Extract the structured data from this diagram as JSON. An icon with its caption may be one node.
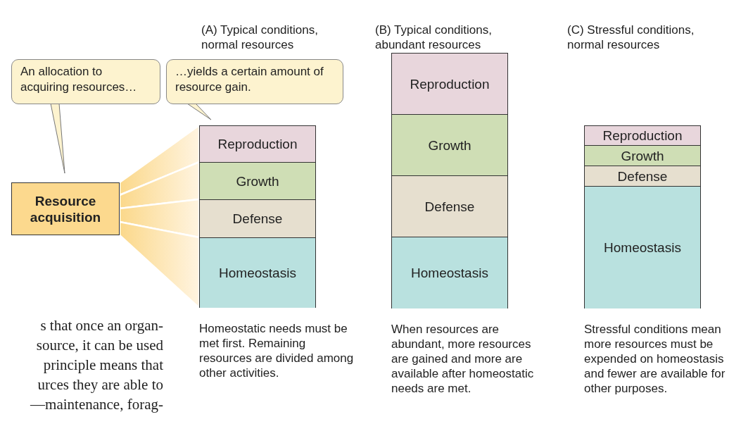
{
  "diagram": {
    "nodes": [
      {
        "text": [
          "An allocation to acquiring resources…"
        ]
      },
      {
        "text": [
          "…yields a certain amount of resource gain."
        ]
      },
      {
        "text": [
          "Resource acquisition"
        ]
      },
      {
        "text": [
          "(A) Typical conditions, normal resources"
        ],
        "beside": [
          "Homeostatic needs must be met first. Remaining resources are divided among other activities."
        ]
      },
      {
        "text": [
          "Reproduction"
        ],
        "in": 3
      },
      {
        "text": [
          "Growth"
        ],
        "in": 3
      },
      {
        "text": [
          "Defense"
        ],
        "in": 3
      },
      {
        "text": [
          "Homeostasis"
        ],
        "in": 3
      },
      {
        "text": [
          "(B) Typical conditions, abundant resources"
        ],
        "beside": [
          "When resources are abundant, more resources are gained and more are available after homeostatic needs are met."
        ]
      },
      {
        "text": [
          "Reproduction"
        ],
        "in": 8
      },
      {
        "text": [
          "Growth"
        ],
        "in": 8
      },
      {
        "text": [
          "Defense"
        ],
        "in": 8
      },
      {
        "text": [
          "Homeostasis"
        ],
        "in": 8
      },
      {
        "text": [
          "(C) Stressful conditions, normal resources"
        ],
        "beside": [
          "Stressful conditions mean more resources must be expended on homeostasis and fewer are available for other purposes."
        ]
      },
      {
        "text": [
          "Reproduction"
        ],
        "in": 13
      },
      {
        "text": [
          "Growth"
        ],
        "in": 13
      },
      {
        "text": [
          "Defense"
        ],
        "in": 13
      },
      {
        "text": [
          "Homeostasis"
        ],
        "in": 13
      }
    ],
    "edges": [
      {
        "from": 0,
        "to": 2,
        "arrow": "none"
      },
      {
        "from": 1,
        "to": 4,
        "arrow": "none"
      },
      {
        "from": 2,
        "to": 4,
        "arrow": "none"
      },
      {
        "from": 2,
        "to": 5,
        "arrow": "none"
      },
      {
        "from": 2,
        "to": 6,
        "arrow": "none"
      },
      {
        "from": 2,
        "to": 7,
        "arrow": "none"
      }
    ],
    "labels": [
      "s that once an organ-",
      "source, it can be used",
      "principle means that",
      "urces they are able to",
      "—maintenance, forag-"
    ]
  }
}
